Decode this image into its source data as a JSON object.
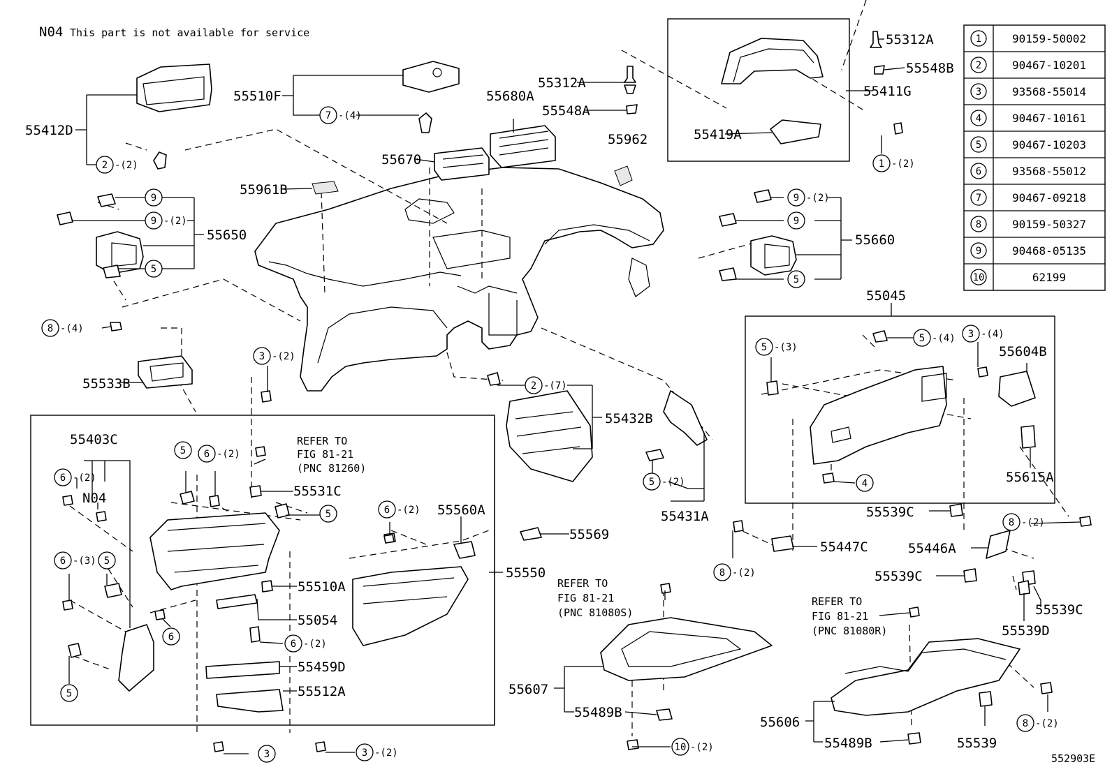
{
  "header": {
    "code": "N04",
    "note": "This part is not available for service"
  },
  "figure_id": "552903E",
  "labels": {
    "p55412D": "55412D",
    "p55510F": "55510F",
    "p55680A": "55680A",
    "p55312A_a": "55312A",
    "p55548A": "55548A",
    "p55312A_b": "55312A",
    "p55548B": "55548B",
    "p55411G": "55411G",
    "p55419A": "55419A",
    "p55670": "55670",
    "p55962": "55962",
    "p55961B": "55961B",
    "p55650": "55650",
    "p55660": "55660",
    "p55045": "55045",
    "p55604B": "55604B",
    "p55615A": "55615A",
    "p55533B": "55533B",
    "p55432B": "55432B",
    "p55431A": "55431A",
    "p55539C_a": "55539C",
    "p55447C": "55447C",
    "p55446A": "55446A",
    "p55539C_b": "55539C",
    "p55539C_c": "55539C",
    "p55539D": "55539D",
    "p55403C": "55403C",
    "pN04": "N04",
    "p55531C": "55531C",
    "p55560A": "55560A",
    "p55569": "55569",
    "p55550": "55550",
    "p55510A": "55510A",
    "p55054": "55054",
    "p55459D": "55459D",
    "p55512A": "55512A",
    "p55607": "55607",
    "p55489B_a": "55489B",
    "p55606": "55606",
    "p55489B_b": "55489B",
    "p55539": "55539"
  },
  "refers": [
    {
      "line1": "REFER TO",
      "line2": "FIG 81-21",
      "line3": "(PNC 81260)"
    },
    {
      "line1": "REFER TO",
      "line2": "FIG 81-21",
      "line3": "(PNC 81080S)"
    },
    {
      "line1": "REFER TO",
      "line2": "FIG 81-21",
      "line3": "(PNC 81080R)"
    }
  ],
  "callouts": [
    {
      "num": "7",
      "qty": "-(4)"
    },
    {
      "num": "2",
      "qty": "-(2)"
    },
    {
      "num": "9",
      "qty": ""
    },
    {
      "num": "9",
      "qty": "-(2)"
    },
    {
      "num": "5",
      "qty": ""
    },
    {
      "num": "1",
      "qty": "-(2)"
    },
    {
      "num": "9",
      "qty": "-(2)"
    },
    {
      "num": "9",
      "qty": ""
    },
    {
      "num": "5",
      "qty": ""
    },
    {
      "num": "8",
      "qty": "-(4)"
    },
    {
      "num": "3",
      "qty": "-(2)"
    },
    {
      "num": "2",
      "qty": "-(7)"
    },
    {
      "num": "5",
      "qty": "-(4)"
    },
    {
      "num": "5",
      "qty": "-(3)"
    },
    {
      "num": "3",
      "qty": "-(4)"
    },
    {
      "num": "4",
      "qty": ""
    },
    {
      "num": "5",
      "qty": "-(2)"
    },
    {
      "num": "8",
      "qty": "-(2)"
    },
    {
      "num": "8",
      "qty": "-(2)"
    },
    {
      "num": "6",
      "qty": "-(2)"
    },
    {
      "num": "5",
      "qty": ""
    },
    {
      "num": "6",
      "qty": "-(2)"
    },
    {
      "num": "5",
      "qty": ""
    },
    {
      "num": "6",
      "qty": "-(2)"
    },
    {
      "num": "6",
      "qty": "-(3)"
    },
    {
      "num": "5",
      "qty": ""
    },
    {
      "num": "5",
      "qty": ""
    },
    {
      "num": "6",
      "qty": ""
    },
    {
      "num": "6",
      "qty": "-(2)"
    },
    {
      "num": "3",
      "qty": ""
    },
    {
      "num": "3",
      "qty": "-(2)"
    },
    {
      "num": "10",
      "qty": "-(2)"
    },
    {
      "num": "8",
      "qty": "-(2)"
    }
  ],
  "parts_table": [
    {
      "num": "1",
      "part": "90159-50002"
    },
    {
      "num": "2",
      "part": "90467-10201"
    },
    {
      "num": "3",
      "part": "93568-55014"
    },
    {
      "num": "4",
      "part": "90467-10161"
    },
    {
      "num": "5",
      "part": "90467-10203"
    },
    {
      "num": "6",
      "part": "93568-55012"
    },
    {
      "num": "7",
      "part": "90467-09218"
    },
    {
      "num": "8",
      "part": "90159-50327"
    },
    {
      "num": "9",
      "part": "90468-05135"
    },
    {
      "num": "10",
      "part": "62199"
    }
  ]
}
